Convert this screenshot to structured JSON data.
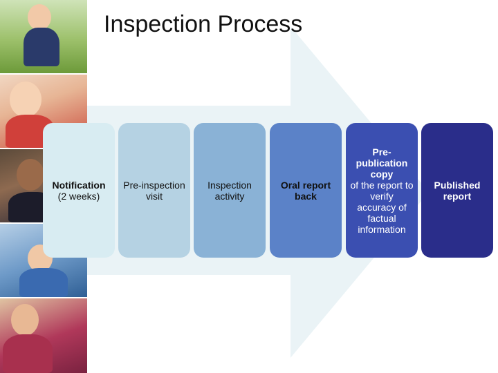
{
  "title": "Inspection Process",
  "steps": [
    {
      "bold": "Notification",
      "rest": "(2 weeks)"
    },
    {
      "bold": "",
      "rest": "Pre-inspection visit"
    },
    {
      "bold": "",
      "rest": "Inspection activity"
    },
    {
      "bold": "Oral report back",
      "rest": ""
    },
    {
      "bold": "Pre-publication copy",
      "rest": "of the report to verify accuracy of factual information"
    },
    {
      "bold": "Published report",
      "rest": ""
    }
  ],
  "colors": {
    "arrow": "#eaf3f6",
    "step1": "#d8ecf2",
    "step2": "#b5d2e3",
    "step3": "#8ab2d6",
    "step4": "#5b82c8",
    "step5": "#3b4fb1",
    "step6": "#2a2d8a"
  }
}
